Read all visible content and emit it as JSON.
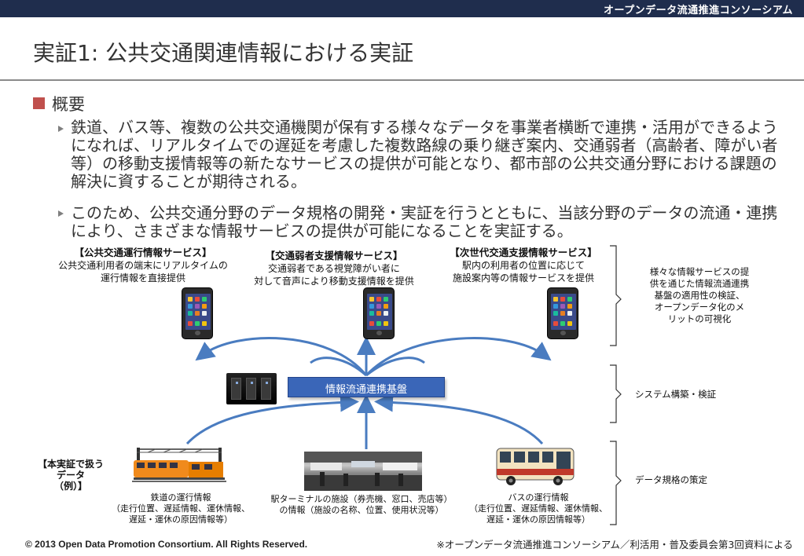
{
  "header": {
    "org_label": "オープンデータ流通推進コンソーシアム"
  },
  "title": "実証1: 公共交通関連情報における実証",
  "overview": {
    "label": "概要",
    "bullets": [
      "鉄道、バス等、複数の公共交通機関が保有する様々なデータを事業者横断で連携・活用ができるようになれば、リアルタイムでの遅延を考慮した複数路線の乗り継ぎ案内、交通弱者（高齢者、障がい者等）の移動支援情報等の新たなサービスの提供が可能となり、都市部の公共交通分野における課題の解決に資することが期待される。",
      "このため、公共交通分野のデータ規格の開発・実証を行うとともに、当該分野のデータの流通・連携により、さまざまな情報サービスの提供が可能になることを実証する。"
    ]
  },
  "services": [
    {
      "title": "【公共交通運行情報サービス】",
      "line1": "公共交通利用者の端末にリアルタイムの",
      "line2": "運行情報を直接提供"
    },
    {
      "title": "【交通弱者支援情報サービス】",
      "line1": "交通弱者である視覚障がい者に",
      "line2": "対して音声により移動支援情報を提供"
    },
    {
      "title": "【次世代交通支援情報サービス】",
      "line1": "駅内の利用者の位置に応じて",
      "line2": "施設案内等の情報サービスを提供"
    }
  ],
  "platform": {
    "label": "情報流通連携基盤"
  },
  "brace_notes": {
    "services": [
      "様々な情報サービスの提",
      "供を通じた情報流通連携",
      "基盤の適用性の検証、",
      "オープンデータ化のメ",
      "リットの可視化"
    ],
    "system": "システム構築・検証",
    "data": "データ規格の策定"
  },
  "example_label": [
    "【本実証で扱う",
    "データ",
    "（例）】"
  ],
  "data_sources": [
    {
      "line1": "鉄道の運行情報",
      "line2": "（走行位置、遅延情報、運休情報、",
      "line3": "遅延・運休の原因情報等）"
    },
    {
      "line1": "駅ターミナルの施設（券売機、窓口、売店等）",
      "line2": "の情報（施設の名称、位置、使用状況等）"
    },
    {
      "line1": "バスの運行情報",
      "line2": "（走行位置、遅延情報、運休情報、",
      "line3": "遅延・運休の原因情報等）"
    }
  ],
  "footer": {
    "copyright": "© 2013 Open Data Promotion Consortium. All Rights Reserved.",
    "source_note": "※オープンデータ流通推進コンソーシアム／利活用・普及委員会第3回資料による"
  },
  "colors": {
    "header_bg": "#1f2d4d",
    "bullet": "#c0504d",
    "arrow": "#4a7cc0",
    "platform": "#3a66b8"
  }
}
